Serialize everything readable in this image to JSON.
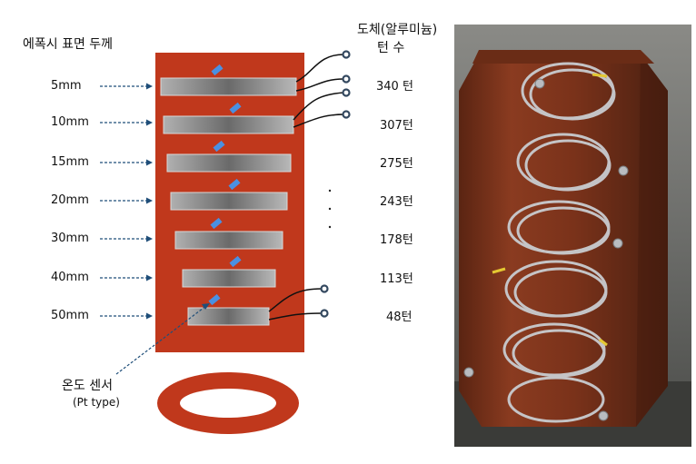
{
  "left_header": "에폭시 표면 두께",
  "right_header_line1": "도체(알루미늄)",
  "right_header_line2": "턴 수",
  "layers": [
    {
      "thickness": "5mm",
      "turns": "340 턴"
    },
    {
      "thickness": "10mm",
      "turns": "307턴"
    },
    {
      "thickness": "15mm",
      "turns": "275턴"
    },
    {
      "thickness": "20mm",
      "turns": "243턴"
    },
    {
      "thickness": "30mm",
      "turns": "178턴"
    },
    {
      "thickness": "40mm",
      "turns": "113턴"
    },
    {
      "thickness": "50mm",
      "turns": "48턴"
    }
  ],
  "sensor_label_line1": "온도 센서",
  "sensor_label_line2": "(Pt type)",
  "colors": {
    "epoxy_block": "#c0381c",
    "conductor": "#a8a8a8",
    "sensor": "#4a90e2",
    "arrow": "#1f4e79",
    "terminal": "#33485f"
  }
}
